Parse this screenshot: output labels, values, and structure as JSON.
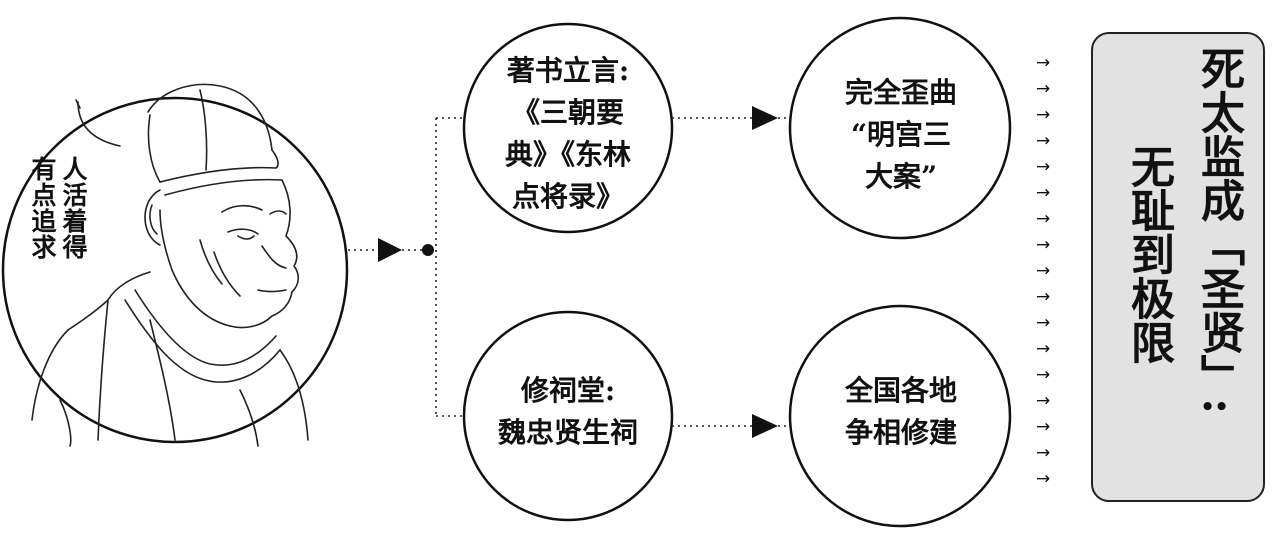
{
  "portrait": {
    "speech_right": "人活着得",
    "speech_left": "有点追求"
  },
  "nodes": {
    "book": "著书立言:《三朝要典》《东林点将录》",
    "book_lines": [
      "著书立言:",
      "《三朝要",
      "典》《东林",
      "点将录》"
    ],
    "distort": "完全歪曲“明宫三大案”",
    "distort_lines": [
      "完全歪曲",
      "“明宫三",
      "大案”"
    ],
    "shrine": "修祠堂:魏忠贤生祠",
    "shrine_lines": [
      "修祠堂:",
      "魏忠贤生祠"
    ],
    "nationwide": "全国各地争相修建",
    "nationwide_lines": [
      "全国各地",
      "争相修建"
    ]
  },
  "conclusion": {
    "line1": "死太监成「圣贤」:",
    "line2": "无耻到极限"
  },
  "arrows": {
    "count": 17,
    "glyph": "→"
  }
}
